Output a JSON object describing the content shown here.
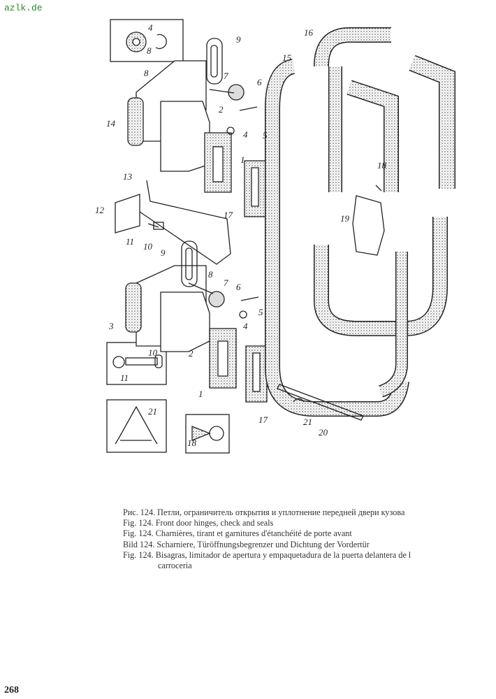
{
  "watermark": "azlk.de",
  "figure": {
    "callouts": {
      "inset_top_4": "4",
      "inset_top_8": "8",
      "c9a": "9",
      "c8a": "8",
      "c7a": "7",
      "c6a": "6",
      "c2a": "2",
      "c14": "14",
      "c4a": "4",
      "c5a": "5",
      "c1a": "1",
      "c13": "13",
      "c12": "12",
      "c11a": "11",
      "c10a": "10",
      "c17a": "17",
      "c9b": "9",
      "c8b": "8",
      "c7b": "7",
      "c6b": "6",
      "c5b": "5",
      "c4b": "4",
      "c3": "3",
      "c2b": "2",
      "inset_10": "10",
      "inset_11": "11",
      "c1b": "1",
      "c17b": "17",
      "inset_21": "21",
      "inset_18": "18",
      "c21": "21",
      "c20": "20",
      "c16": "16",
      "c15": "15",
      "c18": "18",
      "c19": "19"
    }
  },
  "caption": {
    "ru": "Рис. 124. Петли, ограничитель открытия и уплотнение передней двери кузова",
    "en": "Fig. 124. Front door hinges, check and seals",
    "fr": "Fig. 124. Charnières, tirant et garnitures d'étanchéité de porte avant",
    "de": "Bild 124. Scharniere, Türöffnungsbegrenzer und Dichtung der Vordertür",
    "es": "Fig. 124. Bisagras, limitador de apertura y empaquetadura de la puerta delantera de l",
    "es_cont": "carroceria"
  },
  "page_number": "268"
}
